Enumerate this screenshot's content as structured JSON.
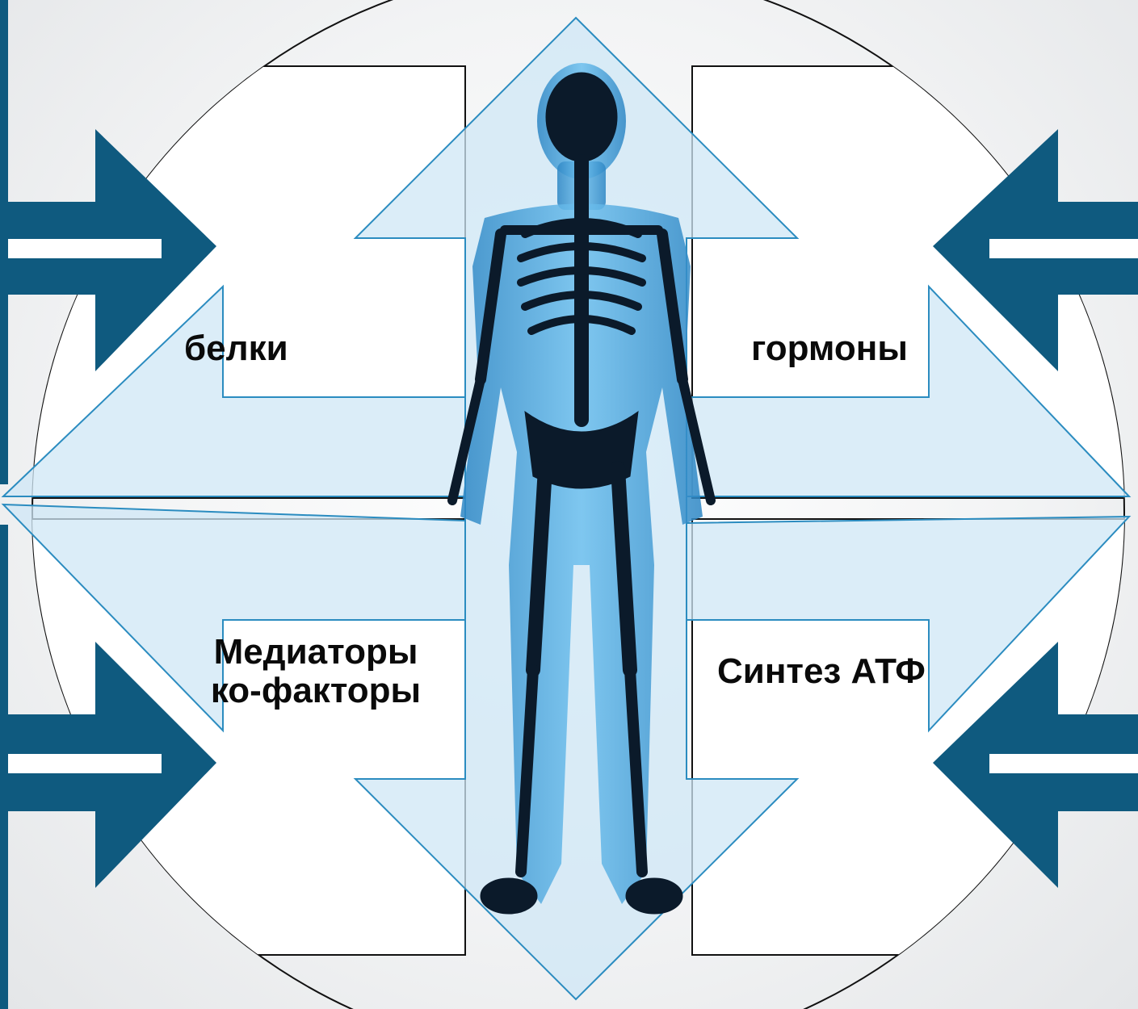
{
  "labels": {
    "top_left": "белки",
    "top_right": "гормоны",
    "bottom_left_line1": "Медиаторы",
    "bottom_left_line2": "ко-факторы",
    "bottom_right": "Синтез АТФ"
  },
  "icons": {
    "center": "human-skeleton-icon",
    "inbound_arrows": "double-arrow-icon",
    "outbound_arrows": "four-way-arrow-icon"
  },
  "colors": {
    "arrow_dark": "#0f5a7f",
    "arrow_light_fill": "#cfe7f5",
    "arrow_light_stroke": "#2b8cc0",
    "body_blue": "#4aa3dc",
    "skeleton": "#0b1a2a",
    "quadrant_fill": "#ffffff",
    "circle_stroke": "#111111"
  }
}
